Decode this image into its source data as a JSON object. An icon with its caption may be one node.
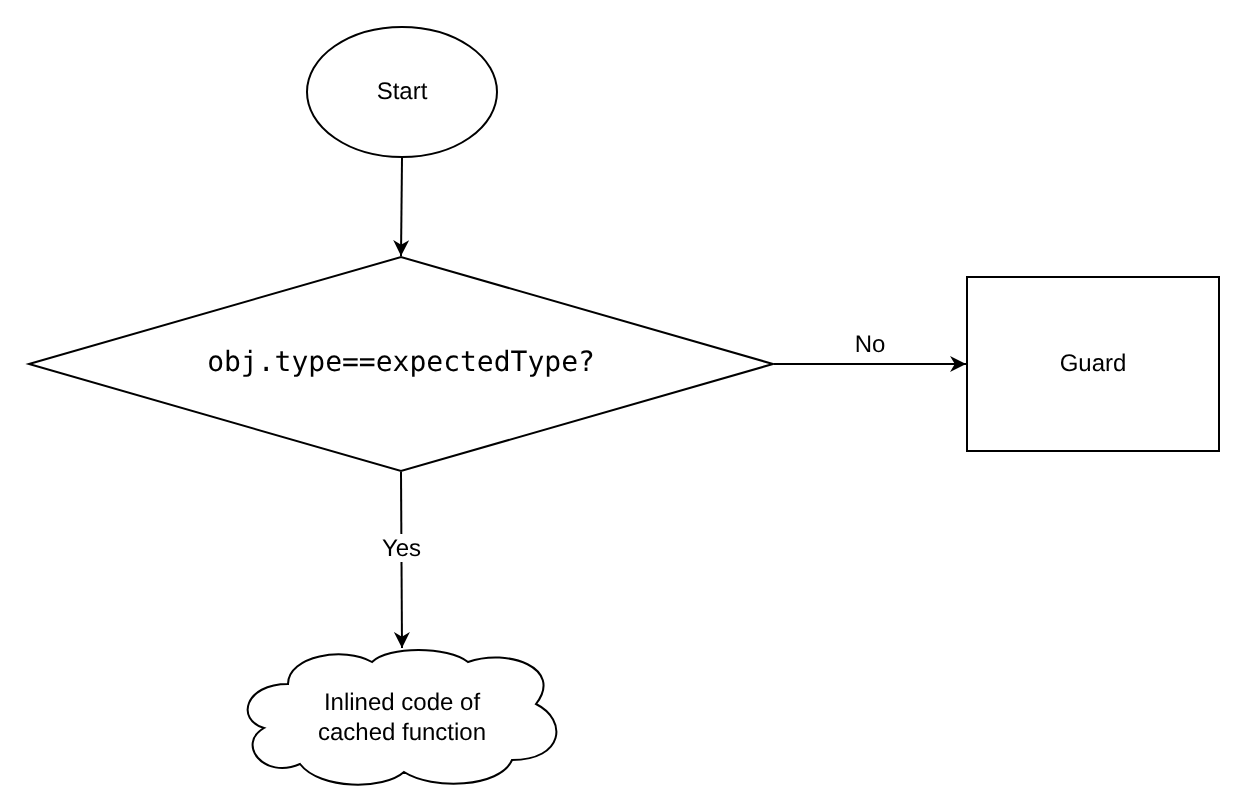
{
  "diagram": {
    "nodes": [
      {
        "text": [
          "Start"
        ]
      },
      {
        "text": [
          "obj.type==expectedType?"
        ]
      },
      {
        "text": [
          "Guard"
        ]
      },
      {
        "text": [
          "Inlined code of cached function"
        ]
      }
    ],
    "edges": [
      {
        "from": 0,
        "to": 1,
        "arrow": "to"
      },
      {
        "from": 1,
        "to": 2,
        "label": "No",
        "arrow": "to"
      },
      {
        "from": 1,
        "to": 3,
        "label": "Yes",
        "arrow": "to"
      }
    ]
  }
}
